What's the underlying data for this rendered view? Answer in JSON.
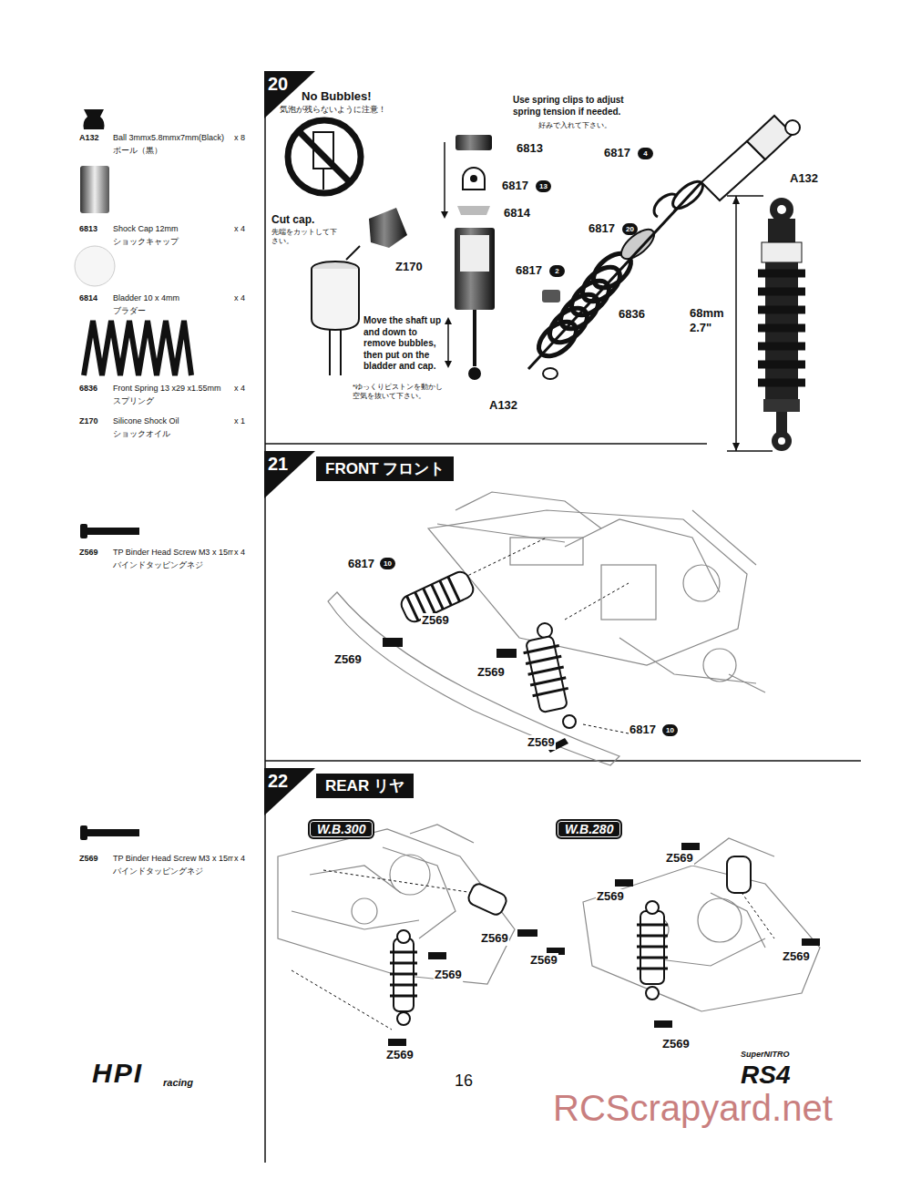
{
  "diagram": {
    "nodes": [
      {
        "text": [
          "20"
        ]
      },
      {
        "text": [
          "21"
        ]
      },
      {
        "text": [
          "FRONT フロント"
        ]
      },
      {
        "text": [
          "22"
        ]
      },
      {
        "text": [
          "REAR リヤ"
        ]
      },
      {
        "text": [
          "W.B.300"
        ]
      },
      {
        "text": [
          "W.B.280"
        ]
      }
    ],
    "labels": [
      "A132",
      "Ball 3mmx5.8mmx7mm(Black)",
      "x 8",
      "ボール（黒）",
      "6813",
      "Shock Cap 12mm",
      "x 4",
      "ショックキャップ",
      "6814",
      "Bladder 10 x 4mm",
      "x 4",
      "ブラダー",
      "6836",
      "Front Spring 13 x29 x1.55mm",
      "x 4",
      "スプリング",
      "Z170",
      "Silicone Shock Oil",
      "x 1",
      "ショックオイル",
      "Z569",
      "TP Binder Head Screw M3 x 15mm",
      "x 4",
      "バインドタッピングネジ",
      "Z569",
      "TP Binder Head Screw M3 x 15mm",
      "x 4",
      "バインドタッピングネジ",
      "No Bubbles!",
      "気泡が残らないように注意！",
      "Cut cap.",
      "先端をカットして下さい。",
      "Z170",
      "6813",
      "6817",
      "13",
      "6814",
      "Move the shaft up and down to remove bubbles, then put on the bladder and cap.",
      "*ゆっくりピストンを動かし空気を抜いて下さい。",
      "Use spring clips to adjust spring tension if needed.",
      "好みで入れて下さい。",
      "6817",
      "4",
      "A132",
      "6817",
      "20",
      "6817",
      "2",
      "6836",
      "A132",
      "68mm",
      "2.7\"",
      "6817",
      "10",
      "Z569",
      "Z569",
      "Z569",
      "Z569",
      "6817",
      "10",
      "Z569",
      "Z569",
      "Z569",
      "Z569",
      "Z569",
      "Z569",
      "Z569",
      "Z569",
      "HPI",
      "racing",
      "16",
      "SuperNITRO",
      "RS4",
      "RCScrapyard.net"
    ]
  }
}
